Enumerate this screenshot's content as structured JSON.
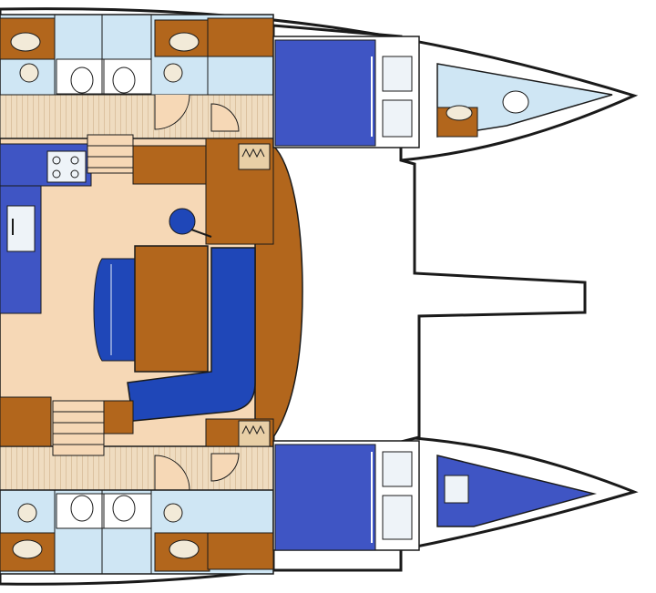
{
  "diagram": {
    "kind": "catamaran-deck-layout",
    "colors": {
      "hull_outline": "#1a1a1a",
      "background": "#ffffff",
      "wood": "#b2661c",
      "wood_dark": "#7a4210",
      "floor": "#f6d8b6",
      "corridor": "#efdcc0",
      "cabin_blue": "#3f55c4",
      "bath_blue": "#cfe6f4",
      "cushion": "#1f47b8",
      "pale_fixture": "#eef3f8"
    },
    "areas": [
      "galley",
      "saloon",
      "saloon-table",
      "l-shaped-sofa",
      "helm-seat",
      "aft-cockpit-bulkhead",
      "top-starboard-forward-cabin",
      "top-bow-head",
      "bottom-port-forward-cabin",
      "bottom-bow-cabin",
      "top-aft-heads",
      "bottom-aft-heads",
      "trampoline-opening"
    ]
  }
}
